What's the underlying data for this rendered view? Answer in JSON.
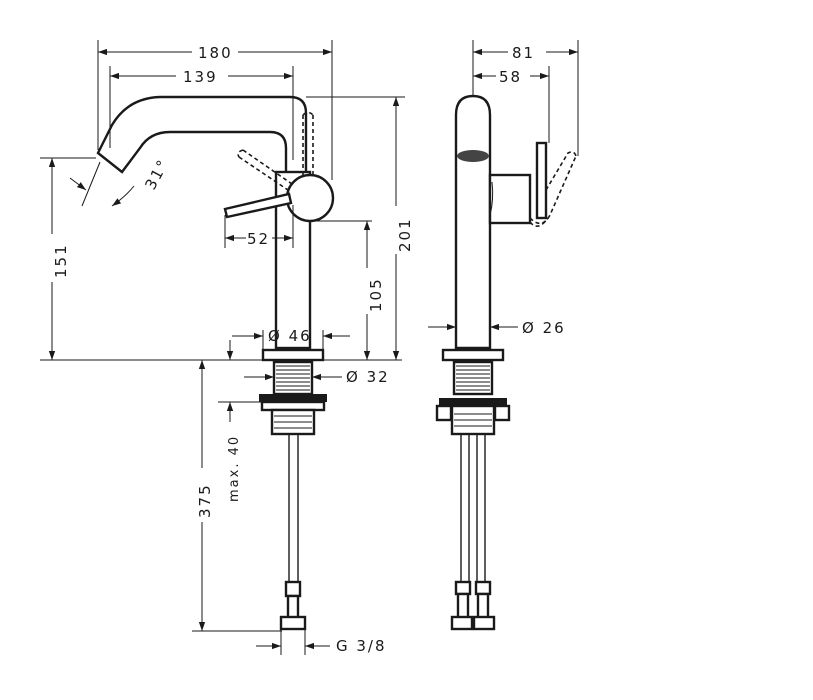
{
  "dimensions": {
    "width_180": "180",
    "width_139": "139",
    "angle_31": "31°",
    "lever_52": "52",
    "height_151": "151",
    "height_201": "201",
    "height_105": "105",
    "dia_46": "Ø 46",
    "dia_32": "Ø 32",
    "max_40": "max. 40",
    "length_375": "375",
    "thread": "G 3/8",
    "depth_81": "81",
    "depth_58": "58",
    "dia_26": "Ø 26"
  },
  "colors": {
    "line": "#1a1a1a",
    "background": "#ffffff",
    "aerator": "#444444"
  }
}
